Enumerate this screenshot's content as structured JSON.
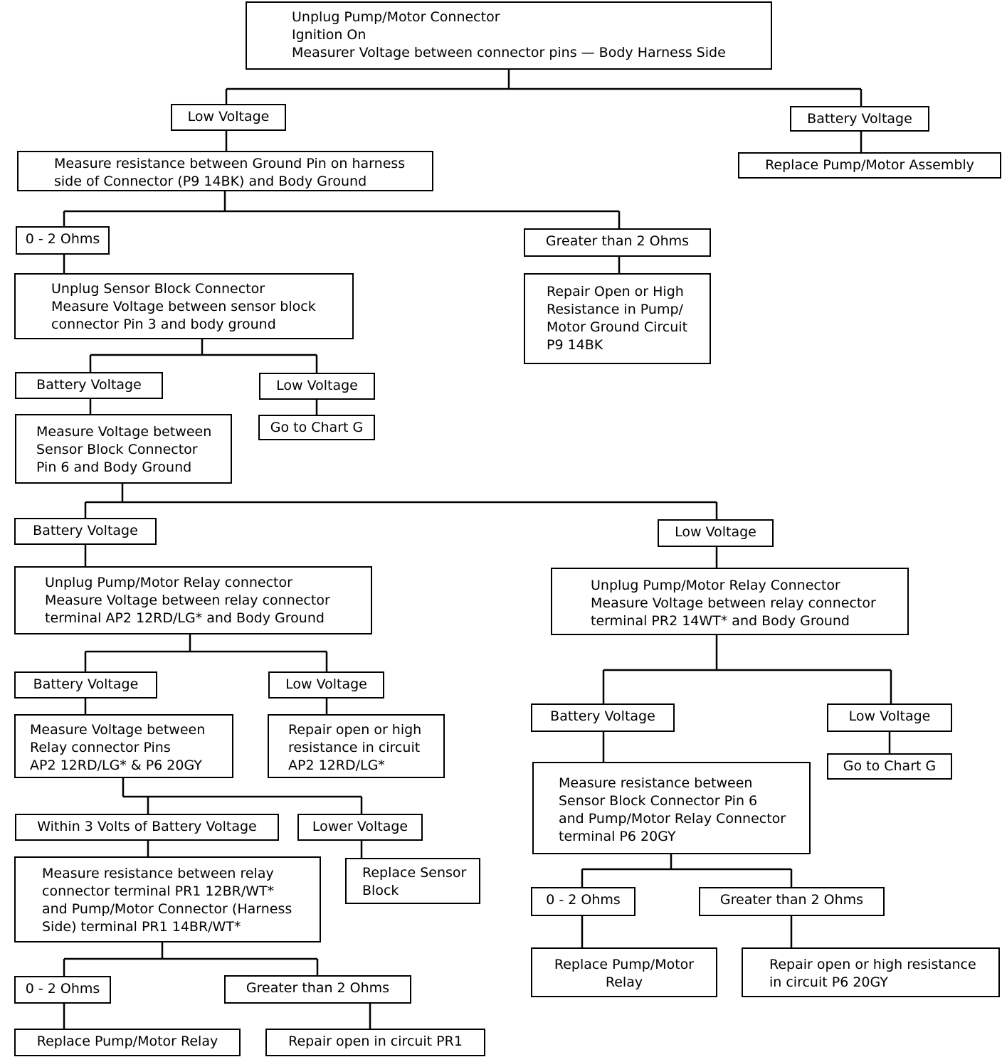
{
  "nodes": {
    "root": "Unplug Pump/Motor Connector\nIgnition On\nMeasurer Voltage between connector pins — Body Harness Side",
    "low_voltage_1": "Low Voltage",
    "battery_voltage_1": "Battery Voltage",
    "replace_pump_motor_assembly": "Replace Pump/Motor Assembly",
    "measure_ground_pin": "Measure resistance between Ground Pin on harness\nside of Connector (P9 14BK) and Body Ground",
    "ohms_0_2_a": "0 - 2 Ohms",
    "greater_2_ohms_a": "Greater than 2 Ohms",
    "unplug_sensor_block": "Unplug Sensor Block Connector\nMeasure Voltage between sensor block\nconnector Pin 3 and body ground",
    "repair_ground_circuit": "Repair Open or High\nResistance in Pump/\nMotor Ground Circuit\nP9 14BK",
    "battery_voltage_2": "Battery Voltage",
    "low_voltage_2": "Low Voltage",
    "go_chart_g_1": "Go to Chart G",
    "measure_pin6": "Measure Voltage between\nSensor Block Connector\nPin 6 and Body Ground",
    "battery_voltage_3": "Battery Voltage",
    "low_voltage_3": "Low Voltage",
    "unplug_relay_ap2": "Unplug Pump/Motor Relay connector\nMeasure Voltage between relay connector\nterminal AP2 12RD/LG* and Body Ground",
    "unplug_relay_pr2": "Unplug Pump/Motor Relay Connector\nMeasure Voltage between relay connector\nterminal PR2 14WT* and Body Ground",
    "battery_voltage_4": "Battery Voltage",
    "low_voltage_4": "Low Voltage",
    "measure_relay_pins": "Measure Voltage between\nRelay connector Pins\nAP2 12RD/LG* & P6 20GY",
    "repair_ap2": "Repair open or high\nresistance in circuit\nAP2 12RD/LG*",
    "battery_voltage_5": "Battery Voltage",
    "low_voltage_5": "Low Voltage",
    "go_chart_g_2": "Go to Chart G",
    "within_3_volts": "Within 3 Volts of Battery Voltage",
    "lower_voltage": "Lower Voltage",
    "replace_sensor_block": "Replace Sensor\nBlock",
    "measure_pr1": "Measure resistance between relay\nconnector terminal PR1 12BR/WT*\nand Pump/Motor Connector (Harness\nSide) terminal PR1 14BR/WT*",
    "measure_p6": "Measure resistance between\nSensor Block Connector Pin 6\nand Pump/Motor Relay Connector\nterminal P6 20GY",
    "ohms_0_2_b": "0 - 2 Ohms",
    "greater_2_ohms_b": "Greater than 2 Ohms",
    "ohms_0_2_c": "0 - 2 Ohms",
    "greater_2_ohms_c": "Greater than 2 Ohms",
    "replace_relay_1": "Replace Pump/Motor Relay",
    "repair_pr1": "Repair open in circuit PR1",
    "replace_relay_2": "Replace Pump/Motor\nRelay",
    "repair_p6": "Repair open or high resistance\nin circuit P6 20GY"
  }
}
